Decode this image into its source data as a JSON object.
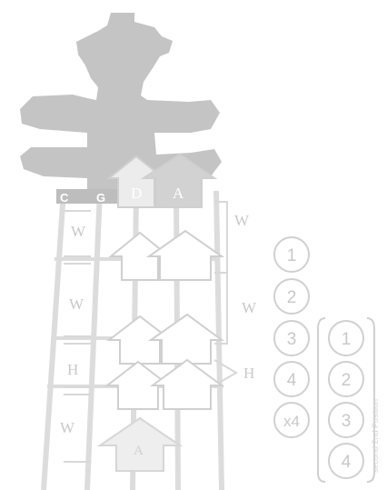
{
  "strings": {
    "c": "C",
    "g": "G",
    "d": "D",
    "a": "A"
  },
  "steps": {
    "left": [
      "W",
      "W",
      "H",
      "W"
    ],
    "right": [
      "W",
      "W",
      "H"
    ]
  },
  "bottom_note": "A",
  "fingers_first": [
    "1",
    "2",
    "3",
    "4",
    "x4"
  ],
  "fingers_second": [
    "1",
    "2",
    "3",
    "4"
  ],
  "vertical_caption": "second 2nd Position",
  "colors": {
    "scroll": "#c4c4c4",
    "fingerboard_line": "#dedede",
    "arrow_stroke": "#cfcfcf",
    "arrow_fill": "#ffffff",
    "d_arrow_fill": "#ececec",
    "a_arrow_fill": "#d2d2d2",
    "text_light": "#c8c8c8",
    "circle_stroke": "#d0d0d0"
  }
}
